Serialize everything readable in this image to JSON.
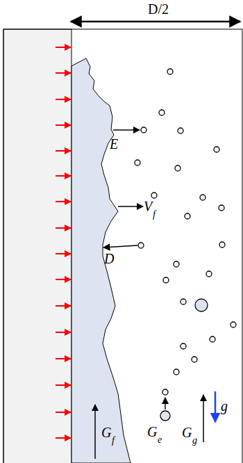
{
  "diagram": {
    "labels": [
      "D/2",
      "E",
      "V",
      "f",
      "D",
      "G",
      "f",
      "G",
      "e",
      "G",
      "g",
      "g"
    ]
  }
}
